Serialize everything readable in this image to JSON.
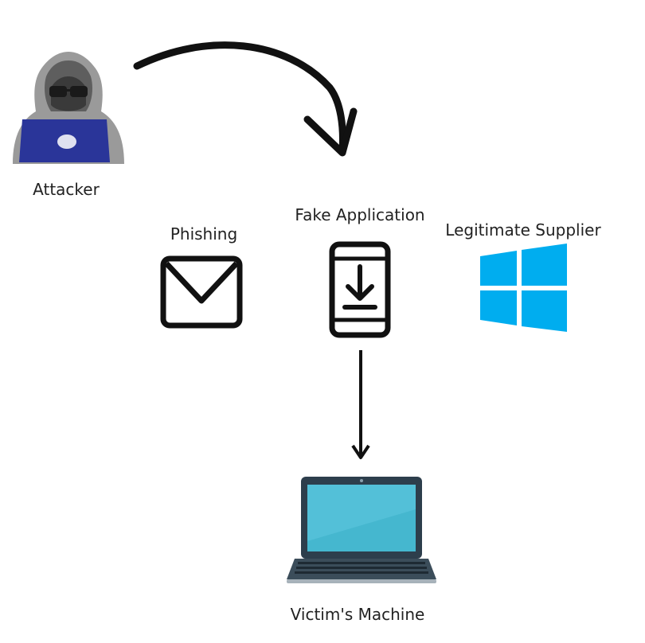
{
  "nodes": {
    "attacker": {
      "label": "Attacker",
      "icon": "hooded-hacker-laptop-icon"
    },
    "phishing": {
      "label": "Phishing",
      "icon": "envelope-icon"
    },
    "fake_application": {
      "label": "Fake Application",
      "icon": "phone-download-icon"
    },
    "legitimate_supplier": {
      "label": "Legitimate Supplier",
      "icon": "windows-logo-icon"
    },
    "victim": {
      "label": "Victim's Machine",
      "icon": "laptop-icon"
    }
  },
  "edges": [
    {
      "from": "attacker",
      "to": "fake_application",
      "style": "curved-arrow"
    },
    {
      "from": "fake_application",
      "to": "victim",
      "style": "straight-arrow"
    }
  ],
  "colors": {
    "hoodie": "#9a9a9a",
    "hoodie_dark": "#5e5e5e",
    "mask": "#1a1a1a",
    "attacker_laptop": "#2a3599",
    "windows_blue": "#00adef",
    "victim_screen": "#45b7cf",
    "victim_frame": "#2d3e4c",
    "stroke": "#111111"
  }
}
